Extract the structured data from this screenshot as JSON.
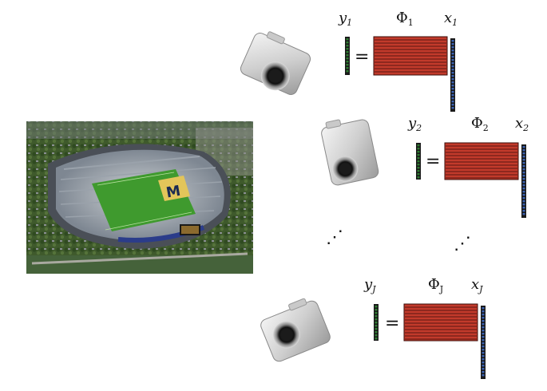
{
  "scene": {
    "image_alt": "stadium-aerial-photo",
    "block_letter": "M"
  },
  "sensors": [
    {
      "y_label": "y",
      "y_sub": "1",
      "phi_label": "Φ",
      "phi_sub": "1",
      "x_label": "x",
      "x_sub": "1"
    },
    {
      "y_label": "y",
      "y_sub": "2",
      "phi_label": "Φ",
      "phi_sub": "2",
      "x_label": "x",
      "x_sub": "2"
    },
    {
      "y_label": "y",
      "y_sub": "J",
      "phi_label": "Φ",
      "phi_sub": "J",
      "x_label": "x",
      "x_sub": "J"
    }
  ],
  "equals": "=",
  "ellipsis": "⋰",
  "colors": {
    "measurement": "#2f7d32",
    "matrix": "#c23a2b",
    "signal": "#3b63b5"
  },
  "icons": [
    "camera-icon",
    "camera-icon",
    "camera-icon"
  ]
}
